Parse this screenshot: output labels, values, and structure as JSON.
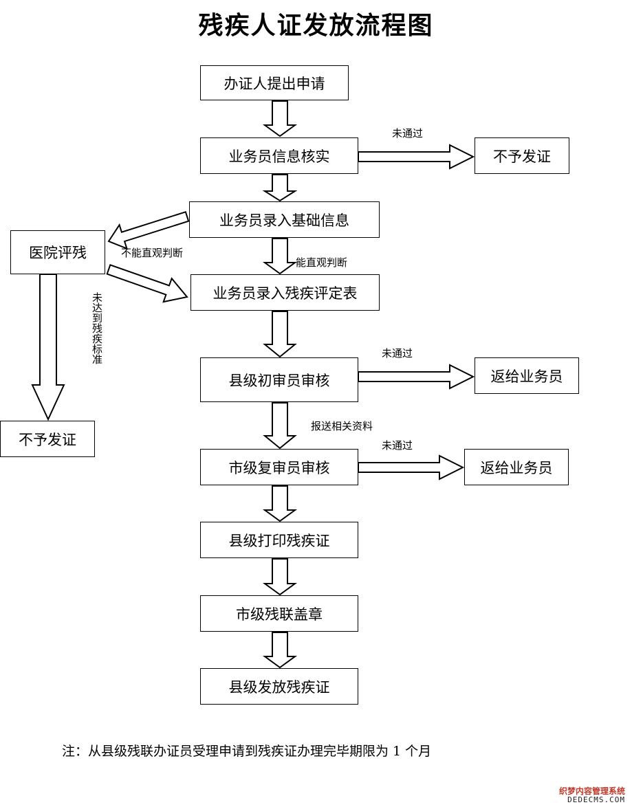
{
  "title": "残疾人证发放流程图",
  "nodes": {
    "apply": "办证人提出申请",
    "verify": "业务员信息核实",
    "reject1": "不予发证",
    "entry_basic": "业务员录入基础信息",
    "hospital": "医院评残",
    "entry_eval": "业务员录入残疾评定表",
    "reject2": "不予发证",
    "county_review": "县级初审员审核",
    "return1": "返给业务员",
    "city_review": "市级复审员审核",
    "return2": "返给业务员",
    "county_print": "县级打印残疾证",
    "city_seal": "市级残联盖章",
    "county_issue": "县级发放残疾证"
  },
  "edge_labels": {
    "not_passed_1": "未通过",
    "cannot_judge": "不能直观判断",
    "can_judge": "能直观判断",
    "below_standard": "未达到残疾标准",
    "not_passed_2": "未通过",
    "submit_docs": "报送相关资料",
    "not_passed_3": "未通过"
  },
  "note": "注：从县级残联办证员受理申请到残疾证办理完毕期限为 1 个月",
  "watermark": {
    "line1": "织梦内容管理系统",
    "line2": "DEDECMS.COM"
  }
}
